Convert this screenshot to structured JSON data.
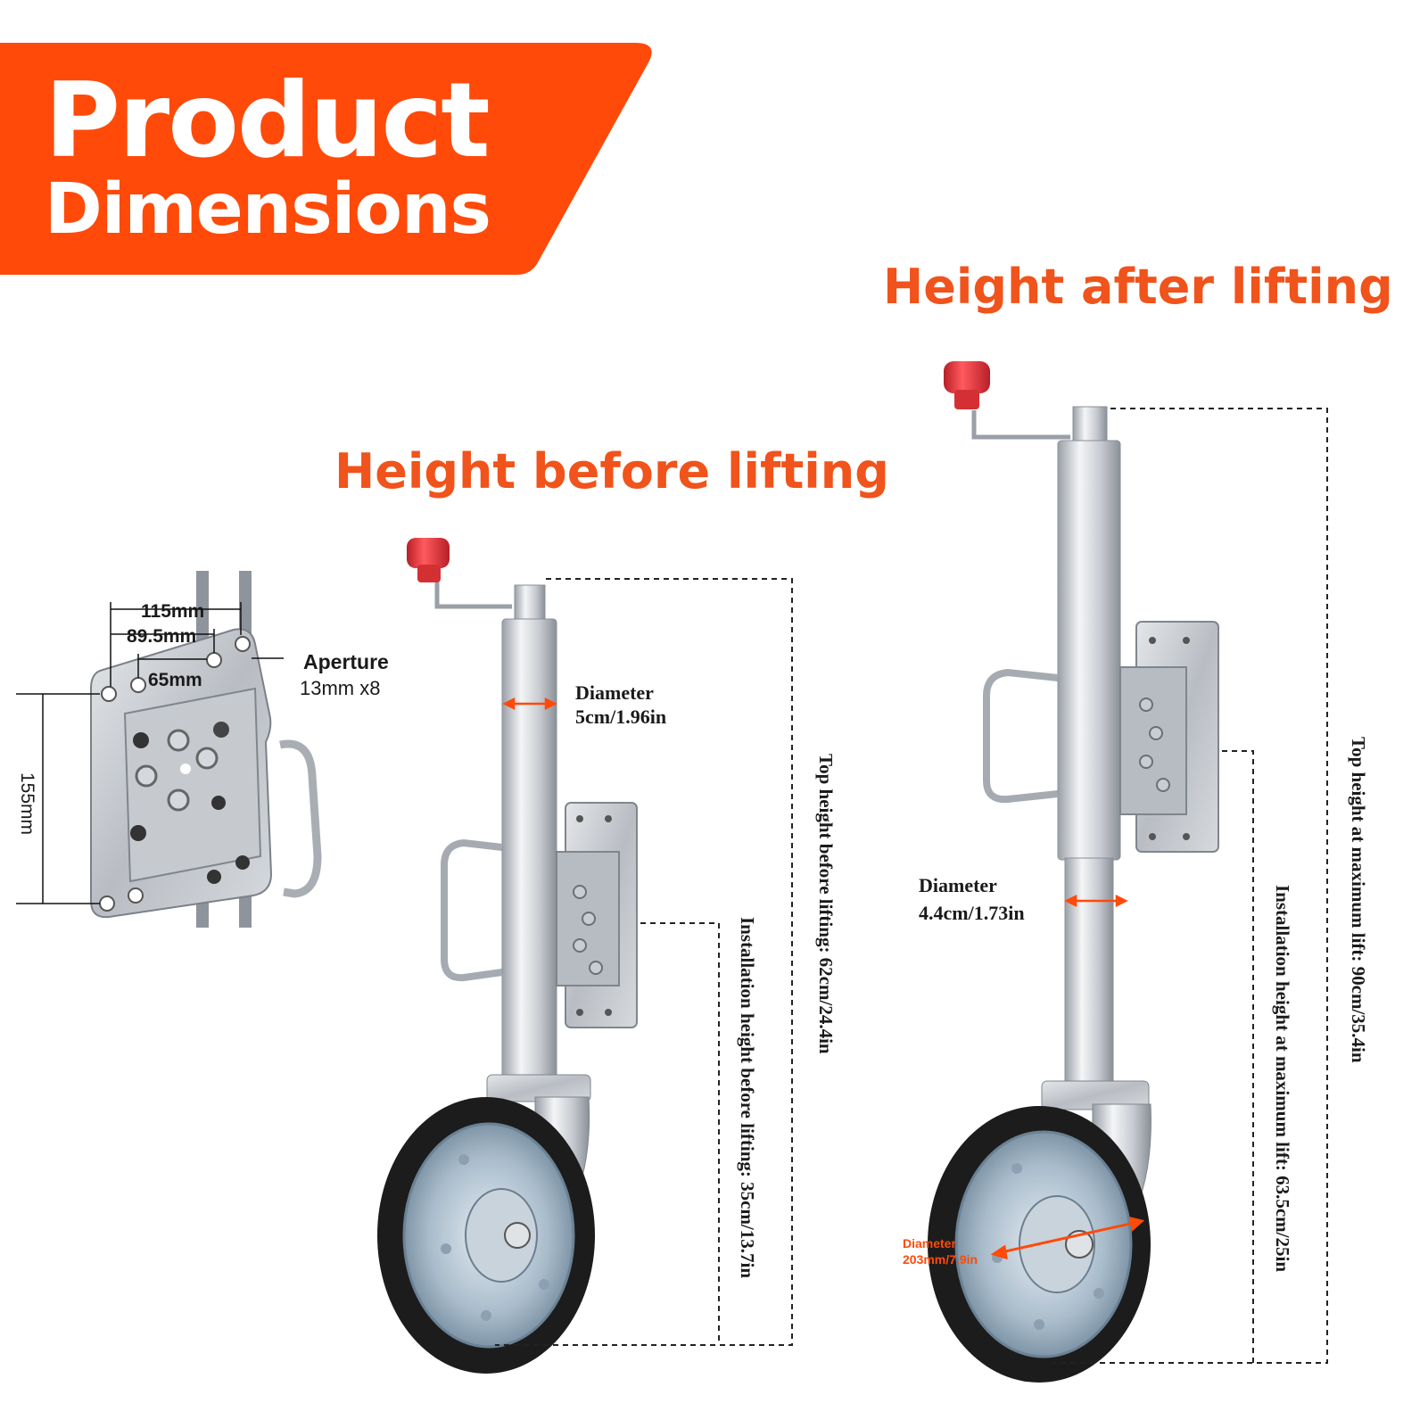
{
  "banner": {
    "line1": "Product",
    "line2": "Dimensions"
  },
  "headings": {
    "before": "Height before lifting",
    "after": "Height after lifting"
  },
  "plate": {
    "width_outer": "115mm",
    "width_mid": "89.5mm",
    "width_inner": "65mm",
    "height": "155mm",
    "aperture_title": "Aperture",
    "aperture_value": "13mm x8"
  },
  "before": {
    "tube_diameter_label": "Diameter",
    "tube_diameter_value": "5cm/1.96in",
    "top_height": "Top height before lifting: 62cm/24.4in",
    "install_height": "Installation height before lifting: 35cm/13.7in"
  },
  "after": {
    "tube_diameter_label": "Diameter",
    "tube_diameter_value": "4.4cm/1.73in",
    "top_height": "Top height at maximum lift: 90cm/35.4in",
    "install_height": "Installation height at maximum lift: 63.5cm/25in",
    "wheel_diameter_label": "Diameter",
    "wheel_diameter_value": "203mm/7.9in"
  },
  "colors": {
    "accent": "#ff4a0a",
    "heading": "#f0531b",
    "knob": "#e8383d",
    "tire": "#1c1c1c",
    "metal": "#c9ccd1"
  },
  "icons": [
    "crank-knob-icon",
    "wheel-icon",
    "mounting-plate-icon"
  ]
}
